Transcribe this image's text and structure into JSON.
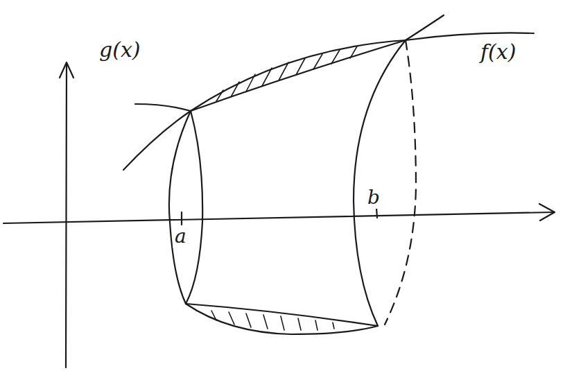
{
  "diagram": {
    "labels": [
      "g(x)",
      "f(x)",
      "a",
      "b"
    ]
  }
}
